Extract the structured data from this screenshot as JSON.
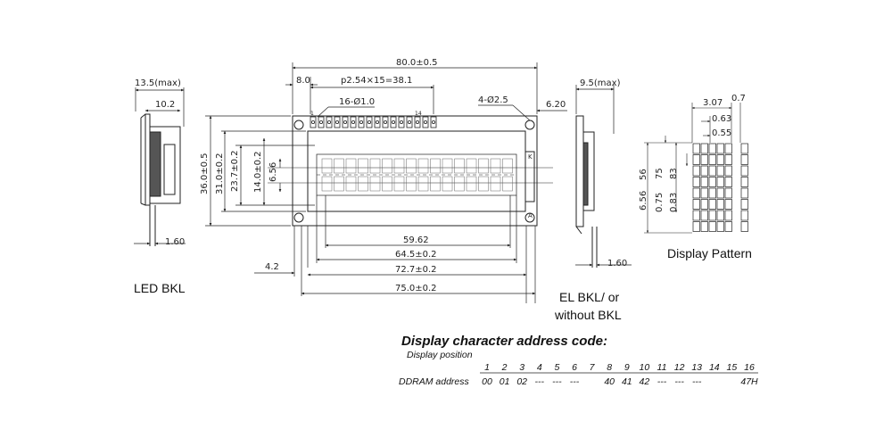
{
  "side_view_left": {
    "dim_max": "13.5(max)",
    "dim_thickness": "10.2",
    "dim_pin": "1.60",
    "label": "LED BKL"
  },
  "front_view": {
    "dim_width": "80.0±0.5",
    "dim_offset": "8.0",
    "dim_pitch": "p2.54×15=38.1",
    "dim_holes": "4-Ø2.5",
    "dim_pins": "16-Ø1.0",
    "pin_first": "1",
    "pin_last": "14",
    "dim_height": "36.0±0.5",
    "dim_h31": "31.0±0.2",
    "dim_h237": "23.7±0.2",
    "dim_h14": "14.0±0.2",
    "dim_h656": "6.56",
    "dim_w5962": "59.62",
    "dim_w645": "64.5±0.2",
    "dim_w727": "72.7±0.2",
    "dim_w75": "75.0±0.2",
    "dim_42": "4.2",
    "dim_620": "6.20",
    "bkl_k": "K",
    "bkl_a": "A"
  },
  "side_view_right": {
    "dim_max": "9.5(max)",
    "dim_pin": "1.60",
    "label_line1": "EL BKL/ or",
    "label_line2": "without BKL"
  },
  "display_pattern": {
    "dim_307": "3.07",
    "dim_07": "0.7",
    "dim_063": "0.63",
    "dim_055": "0.55",
    "dim_656": "6.56",
    "dim_56": "56",
    "dim_075": "0.75",
    "dim_75": "75",
    "dim_083": "0.83",
    "dim_83": "83",
    "label": "Display Pattern"
  },
  "address_table": {
    "title": "Display character address code:",
    "position_label": "Display position",
    "positions": [
      "1",
      "2",
      "3",
      "4",
      "5",
      "6",
      "7",
      "8",
      "9",
      "10",
      "11",
      "12",
      "13",
      "14",
      "15",
      "16"
    ],
    "ddram_label": "DDRAM address",
    "ddram": [
      "00",
      "01",
      "02",
      "---",
      "---",
      "---",
      "",
      "40",
      "41",
      "42",
      "---",
      "---",
      "---",
      "",
      "",
      "47H"
    ]
  }
}
